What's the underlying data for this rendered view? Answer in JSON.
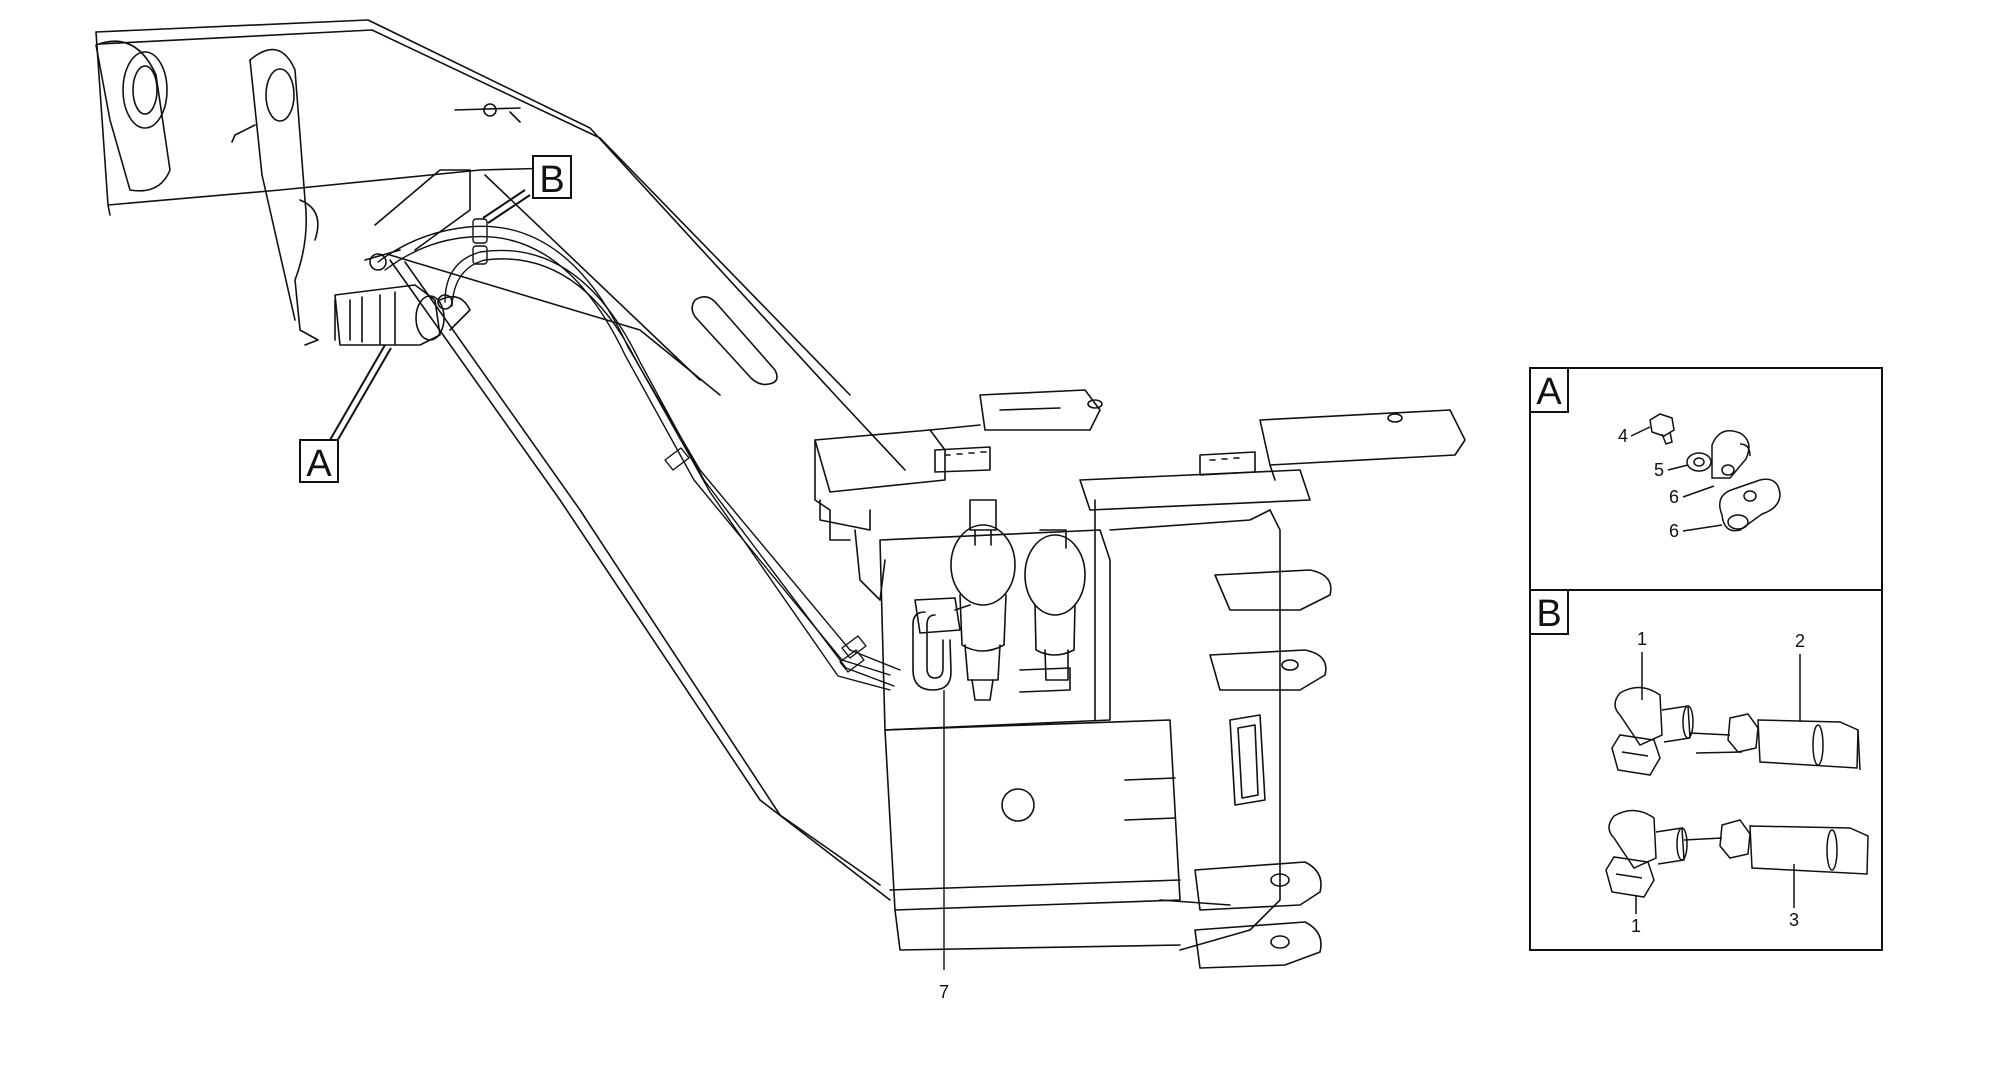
{
  "callouts": {
    "main_a": "A",
    "main_b": "B",
    "part_7": "7"
  },
  "detail_a": {
    "header": "A",
    "parts": {
      "p4": "4",
      "p5": "5",
      "p6a": "6",
      "p6b": "6"
    }
  },
  "detail_b": {
    "header": "B",
    "parts": {
      "p1a": "1",
      "p2": "2",
      "p1b": "1",
      "p3": "3"
    }
  },
  "colors": {
    "line": "#111111",
    "background": "#ffffff"
  }
}
